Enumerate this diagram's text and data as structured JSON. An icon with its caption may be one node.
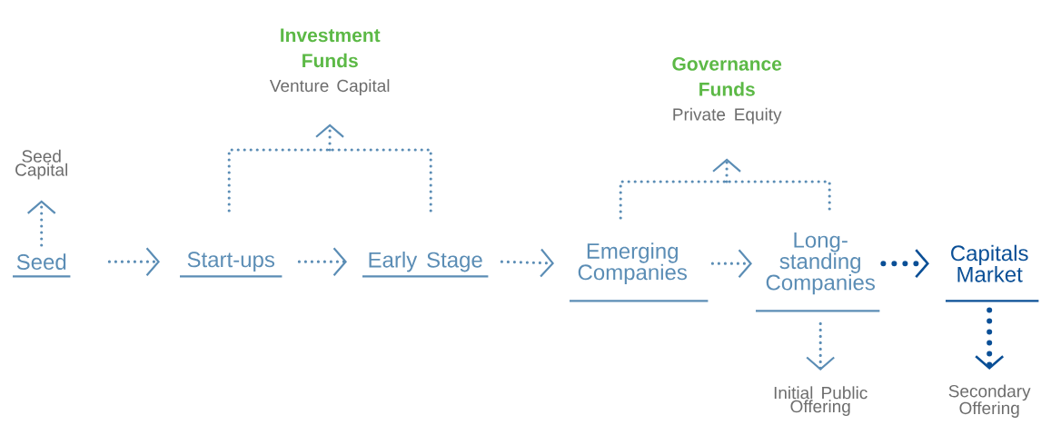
{
  "diagram": {
    "nodes": [
      {
        "text": [
          "Seed"
        ]
      },
      {
        "text": [
          "Start-ups"
        ]
      },
      {
        "text": [
          "Early Stage"
        ]
      },
      {
        "text": [
          "Emerging Companies"
        ]
      },
      {
        "text": [
          "Long-standing Companies"
        ]
      },
      {
        "text": [
          "Capitals Market"
        ]
      },
      {
        "text": [
          "Seed Capital"
        ]
      },
      {
        "text": [
          "Investment Funds",
          "Venture Capital"
        ]
      },
      {
        "text": [
          "Governance Funds",
          "Private Equity"
        ]
      },
      {
        "text": [
          "Initial Public Offering"
        ]
      },
      {
        "text": [
          "Secondary Offering"
        ]
      }
    ],
    "edges": [
      {
        "from": 0,
        "to": 1,
        "arrow": "to",
        "style": "dashed"
      },
      {
        "from": 1,
        "to": 2,
        "arrow": "to",
        "style": "dashed"
      },
      {
        "from": 2,
        "to": 3,
        "arrow": "to",
        "style": "dashed"
      },
      {
        "from": 3,
        "to": 4,
        "arrow": "to",
        "style": "dashed"
      },
      {
        "from": 4,
        "to": 5,
        "arrow": "to",
        "style": "dashed",
        "color": "#0a4f96"
      },
      {
        "from": 0,
        "to": 6,
        "arrow": "to",
        "style": "dashed"
      },
      {
        "from": 1,
        "to": 7,
        "arrow": "to",
        "style": "dashed"
      },
      {
        "from": 2,
        "to": 7,
        "arrow": "to",
        "style": "dashed"
      },
      {
        "from": 3,
        "to": 8,
        "arrow": "to",
        "style": "dashed"
      },
      {
        "from": 4,
        "to": 8,
        "arrow": "to",
        "style": "dashed"
      },
      {
        "from": 4,
        "to": 9,
        "arrow": "to",
        "style": "dashed"
      },
      {
        "from": 5,
        "to": 10,
        "arrow": "to",
        "style": "dashed",
        "color": "#0a4f96"
      }
    ]
  }
}
